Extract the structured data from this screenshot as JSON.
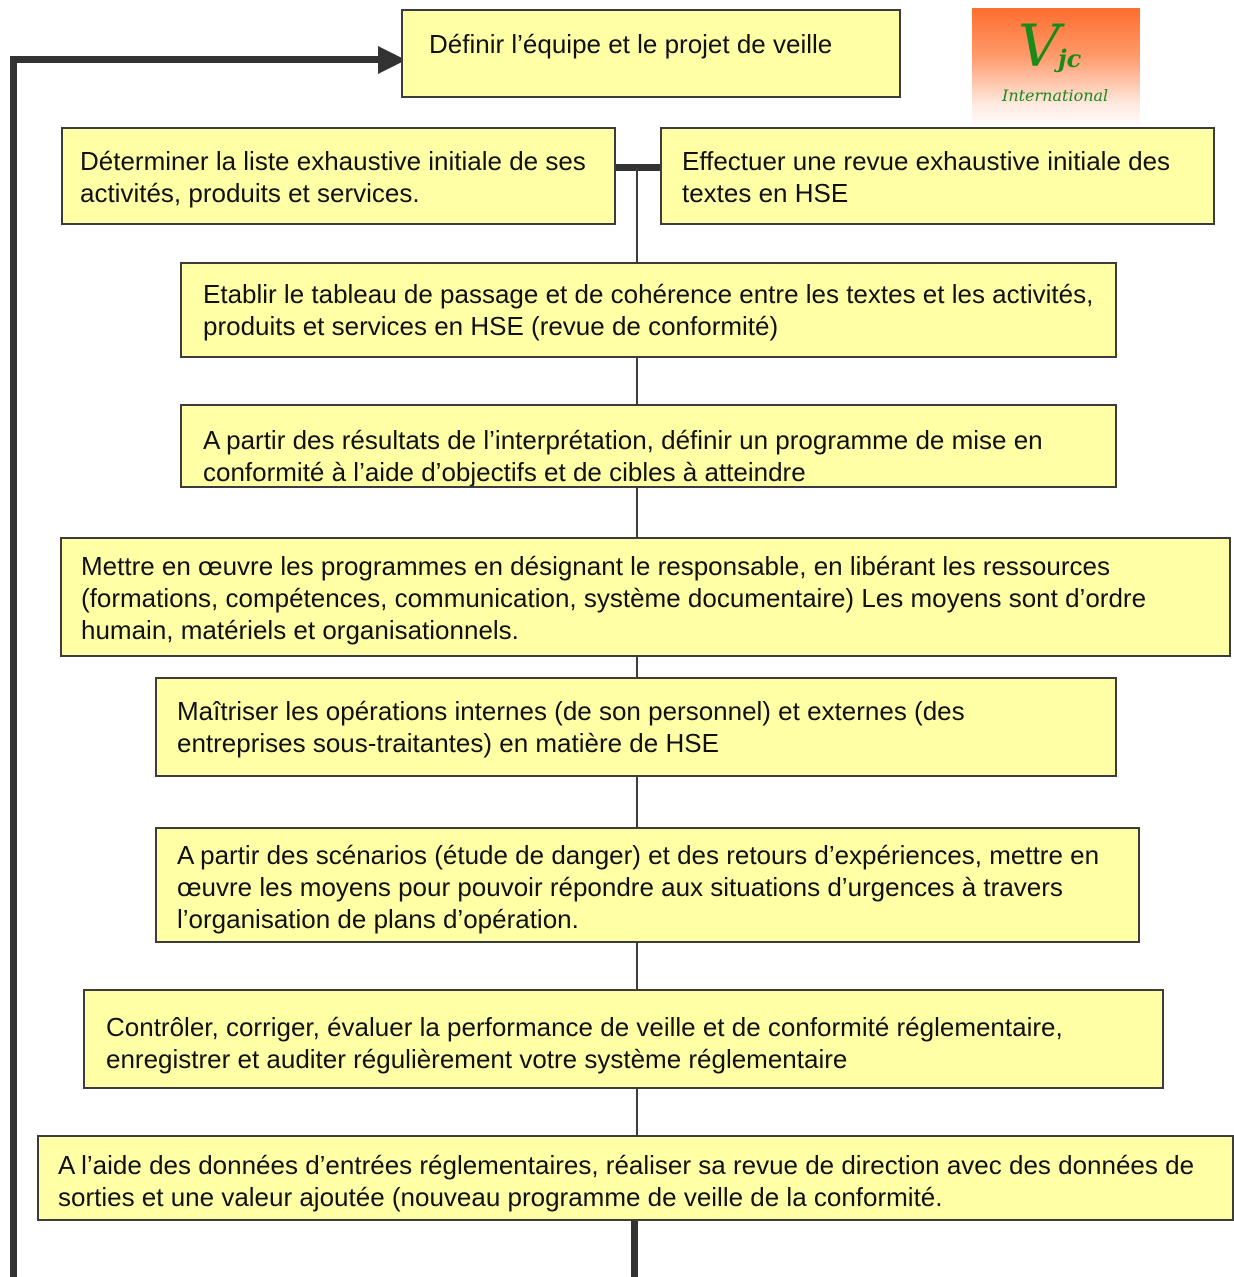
{
  "logo": {
    "mark": "V",
    "subscript": "jc",
    "word": "International"
  },
  "steps": {
    "define_team": "Définir l’équipe et le projet de veille",
    "list_activities": "Déterminer la liste exhaustive initiale de ses activités, produits et services.",
    "review_texts": "Effectuer une revue exhaustive initiale des textes en HSE",
    "correspondence_table": "Etablir le tableau de passage et de cohérence entre les textes et les activités, produits et services en HSE (revue de conformité)",
    "compliance_program": "A partir des résultats de l’interprétation, définir un programme de mise en conformité à l’aide d’objectifs et de cibles à atteindre",
    "implement_programs": "Mettre en œuvre les programmes en désignant le responsable, en libérant les ressources (formations, compétences, communication, système documentaire) Les moyens sont d’ordre humain, matériels et organisationnels.",
    "control_operations": "Maîtriser les opérations internes (de son personnel) et externes (des entreprises sous-traitantes) en matière de HSE",
    "emergency_response": "A partir des scénarios (étude de danger) et des retours d’expériences, mettre en œuvre les moyens pour pouvoir répondre aux situations d’urgences à travers l’organisation de plans d’opération.",
    "monitor_evaluate": "Contrôler, corriger, évaluer la performance de veille et de conformité réglementaire, enregistrer et auditer régulièrement votre système réglementaire",
    "management_review": "A l’aide des données d’entrées réglementaires, réaliser sa revue de direction avec des données de sorties et une valeur ajoutée (nouveau programme de veille de la conformité."
  }
}
